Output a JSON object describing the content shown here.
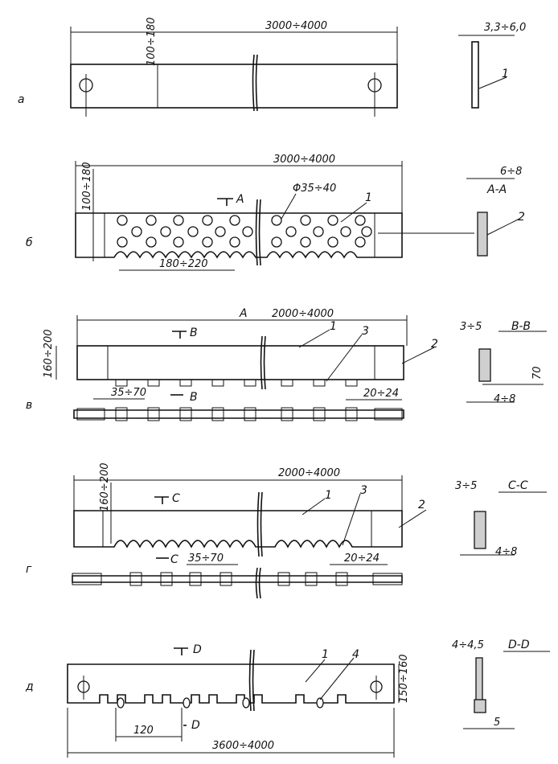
{
  "rows": [
    {
      "label": "а",
      "length": "3000÷4000",
      "height": "100÷180",
      "thickness": "3,3÷6,0",
      "callouts": [
        "1"
      ]
    },
    {
      "label": "б",
      "length": "3000÷4000",
      "height": "100÷180",
      "hole": "Φ35÷40",
      "pitch": "180÷220",
      "thickness": "6÷8",
      "section_mark": "A",
      "section": "A-A",
      "callouts": [
        "1",
        "2"
      ]
    },
    {
      "label": "в",
      "length": "2000÷4000",
      "height": "160÷200",
      "section_mark": "B",
      "section": "B-B",
      "slot": "35÷70",
      "gap": "20÷24",
      "thickness": "3÷5",
      "side_thick": "4÷8",
      "depth": "70",
      "length_mark": "A",
      "callouts": [
        "1",
        "2",
        "3"
      ]
    },
    {
      "label": "г",
      "length": "2000÷4000",
      "height": "160÷200",
      "section_mark": "C",
      "section": "C-C",
      "slot": "35÷70",
      "gap": "20÷24",
      "thickness": "3÷5",
      "side_thick": "4÷8",
      "callouts": [
        "1",
        "2",
        "3"
      ]
    },
    {
      "label": "д",
      "length": "3600÷4000",
      "height": "150÷160",
      "section_mark": "D",
      "section": "D-D",
      "pitch": "120",
      "thickness": "4÷4,5",
      "bottom": "5",
      "callouts": [
        "1",
        "4"
      ]
    }
  ]
}
